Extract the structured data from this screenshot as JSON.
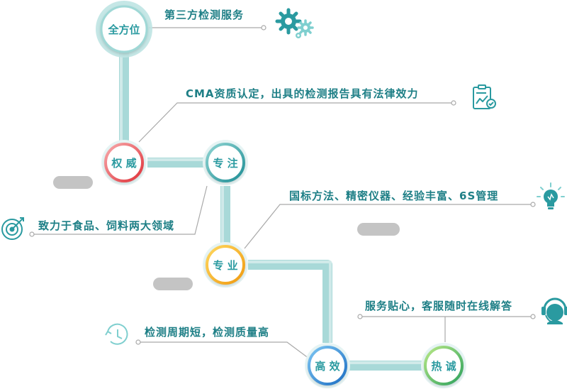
{
  "nodes": {
    "quanfangwei": "全方位",
    "quanwei": "权 威",
    "zhuanzhu": "专 注",
    "zhuanye": "专 业",
    "gaoxiao": "高 效",
    "recheng": "热 诚"
  },
  "descriptions": {
    "third_party": "第三方检测服务",
    "cma": "CMA资质认定，出具的检测报告具有法律效力",
    "focus": "致力于食品、饲料两大领域",
    "methods": "国标方法、精密仪器、经验丰富、6S管理",
    "service": "服务贴心，客服随时在线解答",
    "speed": "检测周期短，检测质量高"
  },
  "icons": {
    "gears": "gears-icon",
    "report": "report-icon",
    "target": "target-icon",
    "bulb": "lightbulb-icon",
    "headset": "headset-icon",
    "clock": "clock-icon"
  },
  "colors": {
    "teal": "#2a9aa0",
    "pipe": "#a6d9d8",
    "red": "#e5484d",
    "yellow": "#f2b31e",
    "green": "#49b86a",
    "blue": "#2f8bd8"
  }
}
